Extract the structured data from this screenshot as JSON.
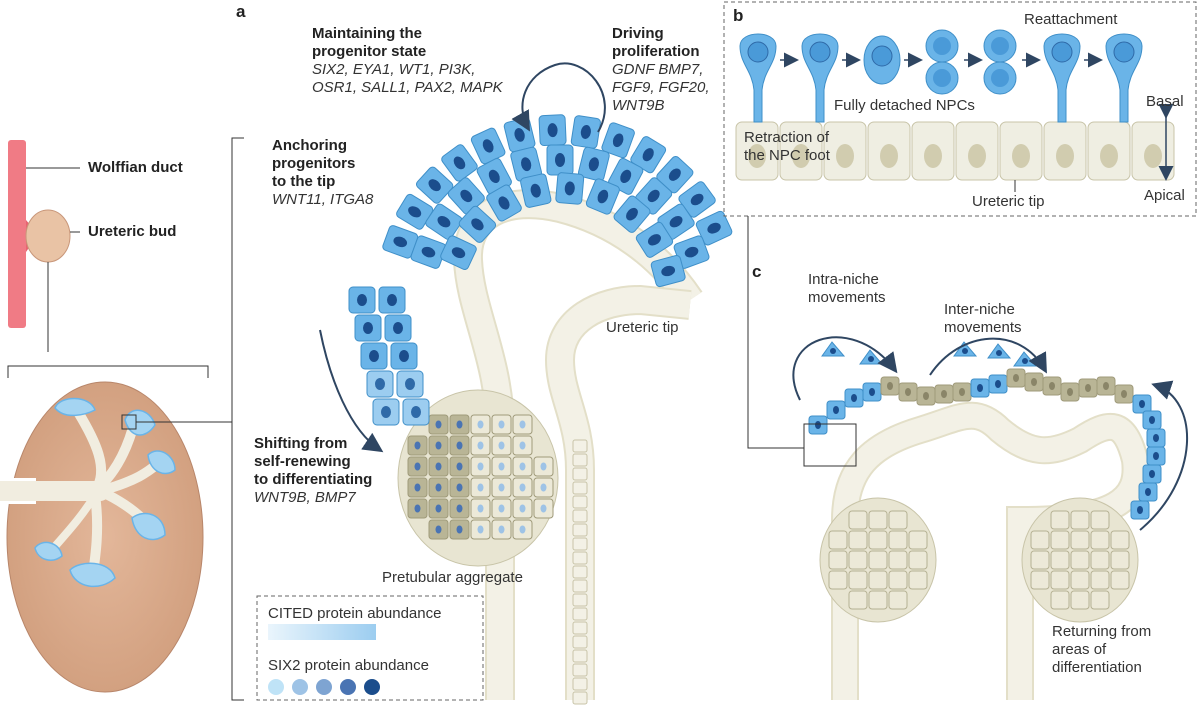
{
  "panels": {
    "a": "a",
    "b": "b",
    "c": "c"
  },
  "overview": {
    "wolffian": "Wolffian duct",
    "ureteric_bud": "Ureteric bud"
  },
  "panel_a": {
    "maintaining_title_1": "Maintaining the",
    "maintaining_title_2": "progenitor state",
    "maintaining_genes_1": "SIX2, EYA1, WT1, PI3K,",
    "maintaining_genes_2": "OSR1, SALL1, PAX2, MAPK",
    "driving_title_1": "Driving",
    "driving_title_2": "proliferation",
    "driving_genes_1": "GDNF BMP7,",
    "driving_genes_2": "FGF9, FGF20,",
    "driving_genes_3": "WNT9B",
    "anchoring_title_1": "Anchoring",
    "anchoring_title_2": "progenitors",
    "anchoring_title_3": "to the tip",
    "anchoring_genes": "WNT11, ITGA8",
    "shifting_title_1": "Shifting from",
    "shifting_title_2": "self-renewing",
    "shifting_title_3": "to differentiating",
    "shifting_genes": "WNT9B, BMP7",
    "ureteric_tip": "Ureteric tip",
    "pretubular": "Pretubular aggregate"
  },
  "legend": {
    "cited": "CITED protein abundance",
    "six2": "SIX2 protein abundance",
    "six2_colors": [
      "#bfe3f7",
      "#9ec3e6",
      "#7ea4d2",
      "#4a74b3",
      "#1b4d8c"
    ],
    "cited_gradient": [
      "#eaf5fc",
      "#9ccdf0"
    ]
  },
  "panel_b": {
    "reattachment": "Reattachment",
    "detached": "Fully detached NPCs",
    "retraction_1": "Retraction of",
    "retraction_2": "the NPC foot",
    "basal": "Basal",
    "apical": "Apical",
    "ureteric_tip": "Ureteric tip"
  },
  "panel_c": {
    "intra_1": "Intra-niche",
    "intra_2": "movements",
    "inter_1": "Inter-niche",
    "inter_2": "movements",
    "returning_1": "Returning from",
    "returning_2": "areas of",
    "returning_3": "differentiation"
  },
  "colors": {
    "npc_fill": "#6ab4e8",
    "npc_nucleus": "#1b4d8c",
    "tip_fill": "#efeee2",
    "tip_stroke": "#c8c4a8",
    "diff_fill": "#b9b596",
    "arrow": "#2f4662",
    "duct": "#f07b85",
    "kidney": "#d9ab8c"
  }
}
